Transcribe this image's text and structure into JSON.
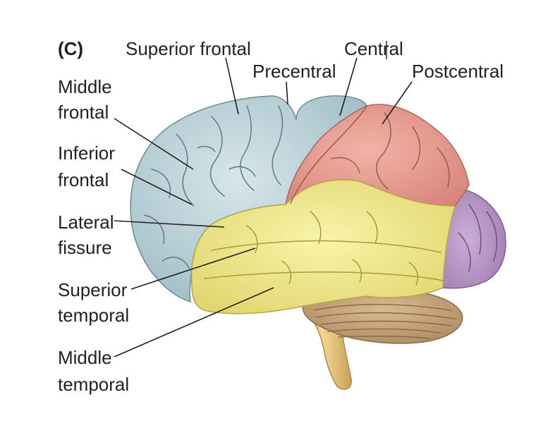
{
  "panel_label": "(C)",
  "labels": {
    "superior_frontal": "Superior frontal",
    "central": "Central",
    "precentral": "Precentral",
    "postcentral": "Postcentral",
    "middle_frontal_1": "Middle",
    "middle_frontal_2": "frontal",
    "inferior_frontal_1": "Inferior",
    "inferior_frontal_2": "frontal",
    "lateral_fissure_1": "Lateral",
    "lateral_fissure_2": "fissure",
    "superior_temporal_1": "Superior",
    "superior_temporal_2": "temporal",
    "middle_temporal_1": "Middle",
    "middle_temporal_2": "temporal"
  },
  "colors": {
    "frontal": "#bdd4db",
    "parietal": "#e89a8c",
    "temporal": "#f1ea8a",
    "occipital": "#b996c7",
    "cerebellum": "#c4a37c",
    "brainstem": "#e3c37d",
    "text": "#231f20"
  }
}
